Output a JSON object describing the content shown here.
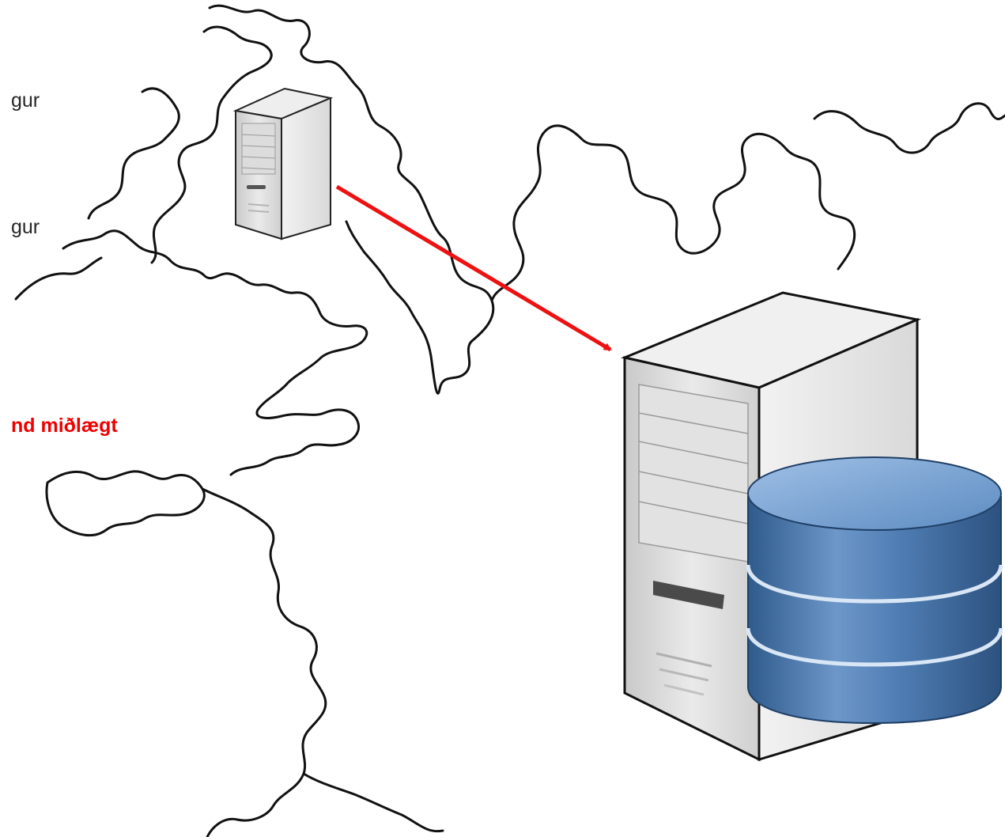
{
  "labels": {
    "line_1": "gur",
    "line_2": "gur",
    "highlight": "nd miðlægt"
  },
  "icons": {
    "small_server": "server-icon",
    "large_server": "server-icon",
    "database": "database-icon",
    "arrow": "arrow-right-down-icon",
    "map": "map-outline-icon"
  },
  "colors": {
    "arrow": "#ee1111",
    "highlight_text": "#ee0000",
    "database_blue": "#3f6fa6",
    "server_grey": "#d6d6d6"
  }
}
